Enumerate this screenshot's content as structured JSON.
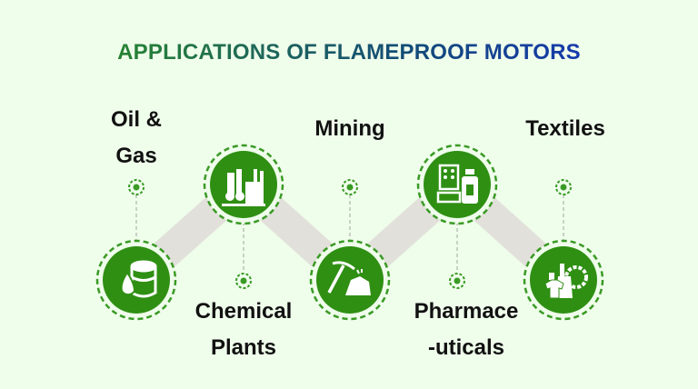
{
  "title": "APPLICATIONS OF FLAMEPROOF MOTORS",
  "colors": {
    "background": "#effdeb",
    "node": "#2f8f13",
    "dash": "#3a9a25",
    "band": "#e2e0da",
    "text": "#111111"
  },
  "nodes": [
    {
      "label_line1": "Oil &",
      "label_line2": "Gas",
      "icon": "oil-barrel-drop-icon",
      "position": "bottom"
    },
    {
      "label_line1": "Chemical",
      "label_line2": "Plants",
      "icon": "chemical-plant-icon",
      "position": "top"
    },
    {
      "label_line1": "Mining",
      "label_line2": "",
      "icon": "pickaxe-ore-icon",
      "position": "bottom"
    },
    {
      "label_line1": "Pharmace",
      "label_line2": "-uticals",
      "icon": "medicine-bottle-pills-icon",
      "position": "top"
    },
    {
      "label_line1": "Textiles",
      "label_line2": "",
      "icon": "textile-factory-gear-icon",
      "position": "bottom"
    }
  ]
}
